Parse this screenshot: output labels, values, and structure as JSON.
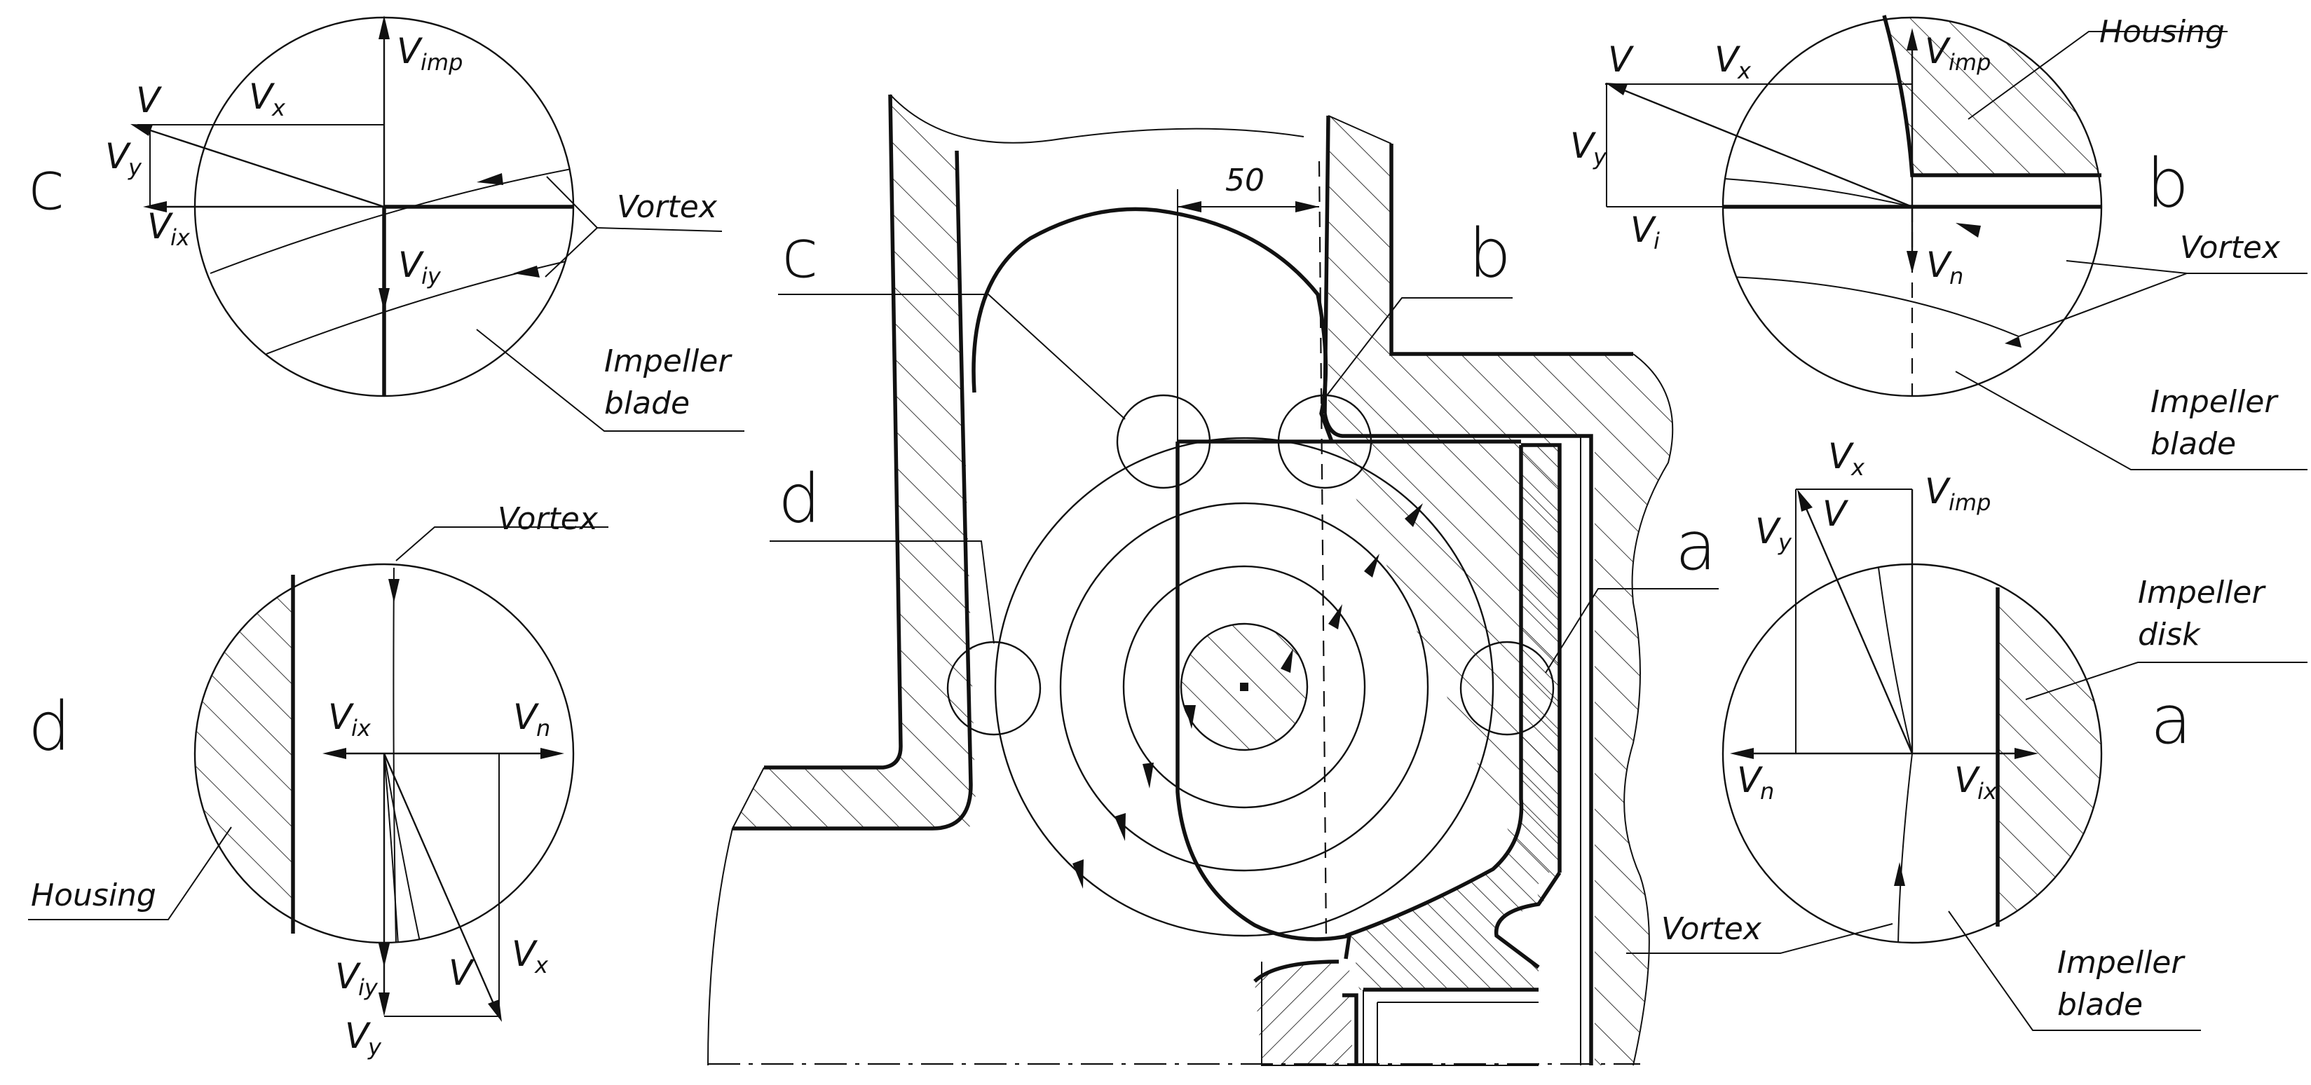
{
  "views": {
    "c": {
      "letter": "c",
      "V": "V",
      "Vx": "V",
      "Vx_sub": "x",
      "Vy": "V",
      "Vy_sub": "y",
      "Vimp": "V",
      "Vimp_sub": "imp",
      "Vix": "V",
      "Vix_sub": "ix",
      "Viy": "V",
      "Viy_sub": "iy",
      "vortex": "Vortex",
      "impeller": "Impeller",
      "blade": "blade"
    },
    "b": {
      "letter": "b",
      "V": "V",
      "Vx": "V",
      "Vx_sub": "x",
      "Vy": "V",
      "Vy_sub": "y",
      "Vimp": "V",
      "Vimp_sub": "imp",
      "Vi": "V",
      "Vi_sub": "i",
      "Vn": "V",
      "Vn_sub": "n",
      "housing": "Housing",
      "vortex": "Vortex",
      "impeller": "Impeller",
      "blade": "blade"
    },
    "d": {
      "letter": "d",
      "V": "V",
      "Vx": "V",
      "Vx_sub": "x",
      "Vy": "V",
      "Vy_sub": "y",
      "Vix": "V",
      "Vix_sub": "ix",
      "Viy": "V",
      "Viy_sub": "iy",
      "Vn": "V",
      "Vn_sub": "n",
      "vortex": "Vortex",
      "housing": "Housing"
    },
    "a": {
      "letter": "a",
      "V": "V",
      "Vx": "V",
      "Vx_sub": "x",
      "Vy": "V",
      "Vy_sub": "y",
      "Vimp": "V",
      "Vimp_sub": "imp",
      "Vn": "V",
      "Vn_sub": "n",
      "Vix": "V",
      "Vix_sub": "ix",
      "impeller": "Impeller",
      "disk": "disk",
      "vortex": "Vortex",
      "blade": "blade"
    }
  },
  "main": {
    "dimension": "50",
    "callouts": {
      "c": "c",
      "b": "b",
      "d": "d",
      "a": "a"
    }
  }
}
